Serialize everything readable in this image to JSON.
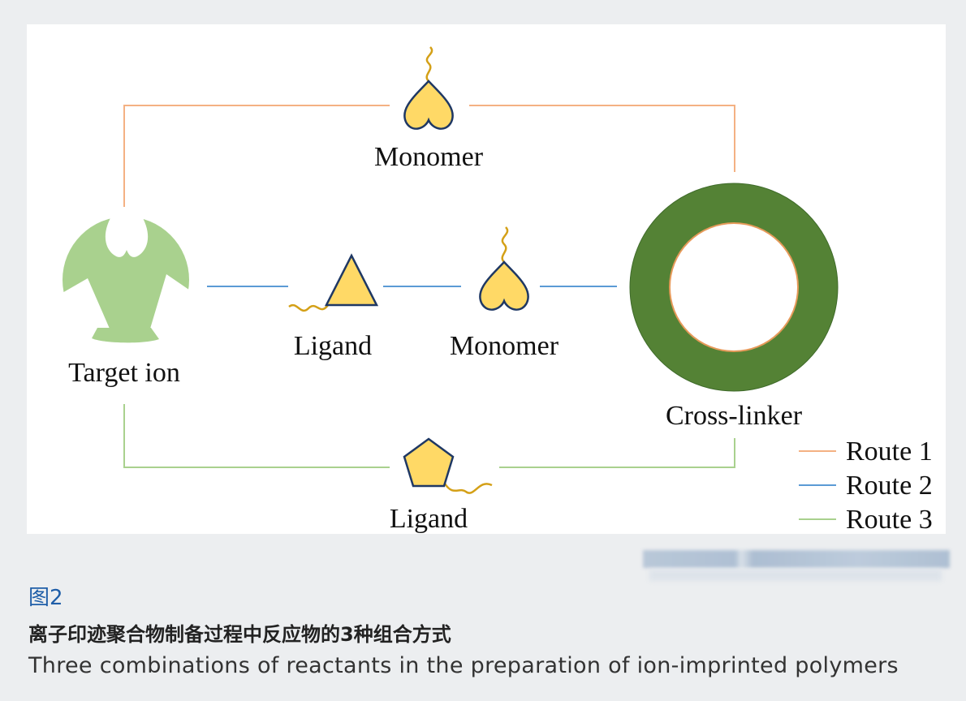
{
  "diagram": {
    "labels": {
      "monomer_top": "Monomer",
      "target_ion": "Target ion",
      "ligand_mid": "Ligand",
      "monomer_mid": "Monomer",
      "cross_linker": "Cross-linker",
      "ligand_bottom": "Ligand"
    },
    "legend": [
      {
        "label": "Route 1",
        "color": "#f4b183"
      },
      {
        "label": "Route 2",
        "color": "#5b9bd5"
      },
      {
        "label": "Route 3",
        "color": "#a9d18e"
      }
    ]
  },
  "caption": {
    "figure_number": "图2",
    "title_zh": "离子印迹聚合物制备过程中反应物的3种组合方式",
    "title_en": "Three combinations of reactants in the preparation of ion-imprinted polymers"
  }
}
